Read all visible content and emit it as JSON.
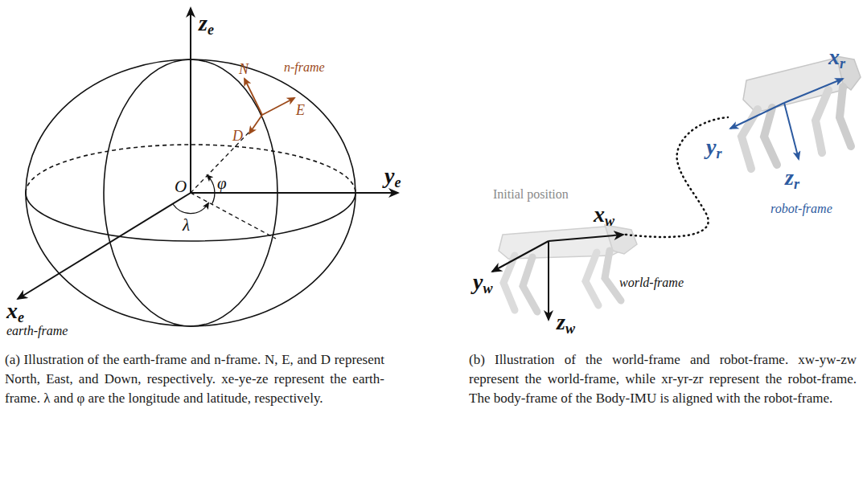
{
  "diagram": {
    "labels": [
      "ze",
      "n-frame",
      "N",
      "E",
      "D",
      "O",
      "φ",
      "ye",
      "λ",
      "xe",
      "earth-frame",
      "xr",
      "yr",
      "zr",
      "robot-frame",
      "Initial position",
      "xw",
      "world-frame",
      "yw",
      "zw",
      "(a) Illustration of the earth-frame and n-frame. N, E, and D represent North, East, and Down, respectively. xe-ye-ze represent the earth-frame. λ and φ are the longitude and latitude, respectively.",
      "(b) Illustration of the world-frame and robot-frame. xw-yw-zw represent the world-frame, while xr-yr-zr represent the robot-frame. The body-frame of the Body-IMU is aligned with the robot-frame."
    ]
  }
}
